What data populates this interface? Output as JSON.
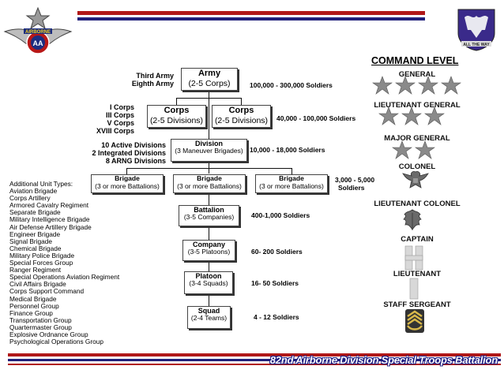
{
  "header": {
    "title": "COMMAND LEVEL"
  },
  "colors": {
    "stripe_red": "#b01818",
    "stripe_blue": "#20207a",
    "star_fill": "#8a8a8a",
    "eagle": "#6a6a6a"
  },
  "org": {
    "army": {
      "title": "Army",
      "sub": "(2-5 Corps)",
      "labels": [
        "Third Army",
        "Eighth Army"
      ],
      "soldiers": "100,000 - 300,000 Soldiers"
    },
    "corps_a": {
      "title": "Corps",
      "sub": "(2-5 Divisions)"
    },
    "corps_b": {
      "title": "Corps",
      "sub": "(2-5 Divisions)"
    },
    "corps_labels": [
      "I Corps",
      "III Corps",
      "V Corps",
      "XVIII Corps"
    ],
    "corps_soldiers": "40,000 - 100,000 Soldiers",
    "division": {
      "title": "Division",
      "sub": "(3 Maneuver Brigades)",
      "labels": [
        "10 Active Divisions",
        "2 Integrated Divisions",
        "8 ARNG Divisions"
      ],
      "soldiers": "10,000 - 18,000 Soldiers"
    },
    "brigade_a": {
      "title": "Brigade",
      "sub": "(3 or more Battalions)"
    },
    "brigade_b": {
      "title": "Brigade",
      "sub": "(3 or more Battalions)"
    },
    "brigade_c": {
      "title": "Brigade",
      "sub": "(3 or more Battalions)"
    },
    "brigade_soldiers": [
      "3,000 - 5,000",
      "Soldiers"
    ],
    "battalion": {
      "title": "Battalion",
      "sub": "(3-5 Companies)",
      "soldiers": "400-1,000 Soldiers"
    },
    "company": {
      "title": "Company",
      "sub": "(3-5 Platoons)",
      "soldiers": "60- 200 Soldiers"
    },
    "platoon": {
      "title": "Platoon",
      "sub": "(3-4 Squads)",
      "soldiers": "16- 50 Soldiers"
    },
    "squad": {
      "title": "Squad",
      "sub": "(2-4 Teams)",
      "soldiers": "4 - 12 Soldiers"
    }
  },
  "ranks": [
    "GENERAL",
    "LIEUTENANT GENERAL",
    "MAJOR GENERAL",
    "COLONEL",
    "LIEUTENANT COLONEL",
    "CAPTAIN",
    "LIEUTENANT",
    "STAFF SERGEANT"
  ],
  "units": {
    "heading": "Additional Unit Types:",
    "items": [
      "Aviation Brigade",
      "Corps Artillery",
      "Armored Cavalry Regiment",
      "Separate Brigade",
      "Military Intelligence Brigade",
      "Air Defense Artillery Brigade",
      "Engineer Brigade",
      "Signal Brigade",
      "Chemical Brigade",
      "Military Police Brigade",
      "Special Forces Group",
      "Ranger Regiment",
      "Special Operations Aviation Regiment",
      "Civil Affairs Brigade",
      "Corps Support Command",
      "Medical Brigade",
      "Personnel Group",
      "Finance Group",
      "Transportation Group",
      "Quartermaster Group",
      "Explosive Ordnance Group",
      "Psychological Operations Group"
    ]
  },
  "footer": {
    "title": "82nd Airborne Division Special Troops Battalion"
  },
  "insignia": {
    "left_patch": "AIRBORNE",
    "right_motto": "ALL THE WAY"
  }
}
